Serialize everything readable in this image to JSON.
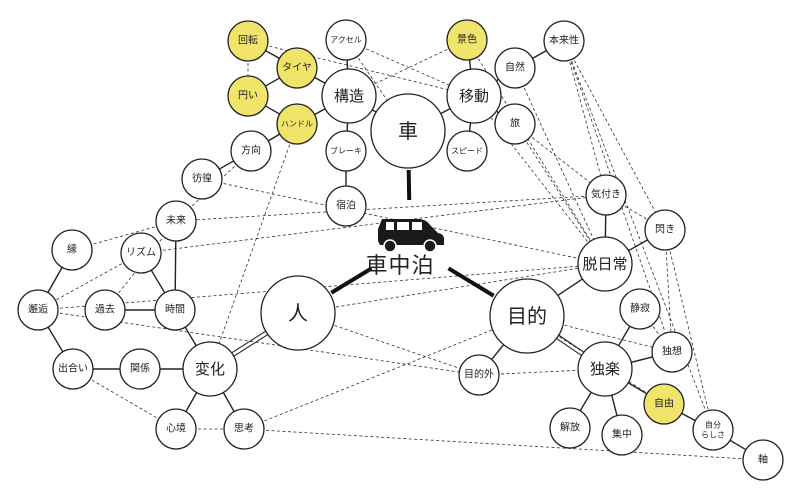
{
  "title": "車中泊",
  "center": {
    "label": "車中泊",
    "icon": "car-icon"
  },
  "colors": {
    "highlight": "#f0e46a",
    "node_fill": "#ffffff",
    "stroke": "#222222"
  },
  "nodes": [
    {
      "id": "kuruma",
      "label": "車",
      "size": "large",
      "highlight": false
    },
    {
      "id": "hito",
      "label": "人",
      "size": "large",
      "highlight": false
    },
    {
      "id": "mokuteki",
      "label": "目的",
      "size": "large",
      "highlight": false
    },
    {
      "id": "kouzou",
      "label": "構造",
      "size": "medium",
      "highlight": false
    },
    {
      "id": "idou",
      "label": "移動",
      "size": "medium",
      "highlight": false
    },
    {
      "id": "kaiten",
      "label": "回転",
      "size": "small",
      "highlight": true
    },
    {
      "id": "taiya",
      "label": "タイヤ",
      "size": "small",
      "highlight": true
    },
    {
      "id": "marui",
      "label": "円い",
      "size": "small",
      "highlight": true
    },
    {
      "id": "handoru",
      "label": "ハンドル",
      "size": "small",
      "highlight": true
    },
    {
      "id": "akuseru",
      "label": "アクセル",
      "size": "small",
      "highlight": false
    },
    {
      "id": "bureki",
      "label": "ブレーキ",
      "size": "small",
      "highlight": false
    },
    {
      "id": "shukuhaku",
      "label": "宿泊",
      "size": "small",
      "highlight": false
    },
    {
      "id": "houkou",
      "label": "方向",
      "size": "small",
      "highlight": false
    },
    {
      "id": "houkou2",
      "label": "彷徨",
      "size": "small",
      "highlight": false
    },
    {
      "id": "keshiki",
      "label": "景色",
      "size": "small",
      "highlight": true
    },
    {
      "id": "shizen",
      "label": "自然",
      "size": "small",
      "highlight": false
    },
    {
      "id": "honraisei",
      "label": "本来性",
      "size": "small",
      "highlight": false
    },
    {
      "id": "tabi",
      "label": "旅",
      "size": "small",
      "highlight": false
    },
    {
      "id": "supido",
      "label": "スピード",
      "size": "small",
      "highlight": false
    },
    {
      "id": "kizuki",
      "label": "気付き",
      "size": "small",
      "highlight": false
    },
    {
      "id": "hirameki",
      "label": "閃き",
      "size": "small",
      "highlight": false
    },
    {
      "id": "datsunichijou",
      "label": "脱日常",
      "size": "medium",
      "highlight": false
    },
    {
      "id": "seijaku",
      "label": "静寂",
      "size": "small",
      "highlight": false
    },
    {
      "id": "dokusou",
      "label": "独想",
      "size": "small",
      "highlight": false
    },
    {
      "id": "dokuraku",
      "label": "独楽",
      "size": "medium",
      "highlight": false
    },
    {
      "id": "jiyuu",
      "label": "自由",
      "size": "small",
      "highlight": true
    },
    {
      "id": "jibunrashisa",
      "label": "自分\nらしさ",
      "size": "small",
      "highlight": false
    },
    {
      "id": "jiku",
      "label": "軸",
      "size": "small",
      "highlight": false
    },
    {
      "id": "kaihou",
      "label": "解放",
      "size": "small",
      "highlight": false
    },
    {
      "id": "shuuchuu",
      "label": "集中",
      "size": "small",
      "highlight": false
    },
    {
      "id": "mokutekigai",
      "label": "目的外",
      "size": "small",
      "highlight": false
    },
    {
      "id": "mirai",
      "label": "未来",
      "size": "small",
      "highlight": false
    },
    {
      "id": "rizumu",
      "label": "リズム",
      "size": "small",
      "highlight": false
    },
    {
      "id": "en",
      "label": "縁",
      "size": "small",
      "highlight": false
    },
    {
      "id": "kaikou",
      "label": "邂逅",
      "size": "small",
      "highlight": false
    },
    {
      "id": "kako",
      "label": "過去",
      "size": "small",
      "highlight": false
    },
    {
      "id": "jikan",
      "label": "時間",
      "size": "small",
      "highlight": false
    },
    {
      "id": "deai",
      "label": "出合い",
      "size": "small",
      "highlight": false
    },
    {
      "id": "kankei",
      "label": "関係",
      "size": "small",
      "highlight": false
    },
    {
      "id": "henka",
      "label": "変化",
      "size": "medium",
      "highlight": false
    },
    {
      "id": "shinkyou",
      "label": "心境",
      "size": "small",
      "highlight": false
    },
    {
      "id": "shikou",
      "label": "思考",
      "size": "small",
      "highlight": false
    }
  ],
  "edges": {
    "thick": [
      [
        "center",
        "kuruma"
      ],
      [
        "center",
        "hito"
      ],
      [
        "center",
        "mokuteki"
      ]
    ],
    "solid": [
      [
        "kuruma",
        "kouzou"
      ],
      [
        "kuruma",
        "idou"
      ],
      [
        "kouzou",
        "taiya"
      ],
      [
        "kouzou",
        "handoru"
      ],
      [
        "kouzou",
        "akuseru"
      ],
      [
        "kouzou",
        "bureki"
      ],
      [
        "taiya",
        "kaiten"
      ],
      [
        "taiya",
        "marui"
      ],
      [
        "handoru",
        "marui"
      ],
      [
        "handoru",
        "houkou"
      ],
      [
        "houkou",
        "houkou2"
      ],
      [
        "bureki",
        "shukuhaku"
      ],
      [
        "idou",
        "keshiki"
      ],
      [
        "idou",
        "shizen"
      ],
      [
        "idou",
        "tabi"
      ],
      [
        "idou",
        "supido"
      ],
      [
        "shizen",
        "honraisei"
      ],
      [
        "mokuteki",
        "datsunichijou"
      ],
      [
        "mokuteki",
        "mokutekigai"
      ],
      [
        "datsunichijou",
        "kizuki"
      ],
      [
        "datsunichijou",
        "hirameki"
      ],
      [
        "dokuraku",
        "seijaku"
      ],
      [
        "dokuraku",
        "dokusou"
      ],
      [
        "dokuraku",
        "jiyuu"
      ],
      [
        "dokuraku",
        "kaihou"
      ],
      [
        "dokuraku",
        "shuuchuu"
      ],
      [
        "jiyuu",
        "jibunrashisa"
      ],
      [
        "jibunrashisa",
        "jiku"
      ],
      [
        "mirai",
        "jikan"
      ],
      [
        "rizumu",
        "jikan"
      ],
      [
        "kako",
        "jikan"
      ],
      [
        "en",
        "kaikou"
      ],
      [
        "kaikou",
        "deai"
      ],
      [
        "deai",
        "kankei"
      ],
      [
        "kankei",
        "henka"
      ],
      [
        "jikan",
        "henka"
      ],
      [
        "henka",
        "shinkyou"
      ],
      [
        "henka",
        "shikou"
      ]
    ],
    "double": [
      [
        "mokuteki",
        "dokuraku"
      ],
      [
        "hito",
        "henka"
      ]
    ],
    "dashed": [
      [
        "kaiten",
        "marui"
      ],
      [
        "kaiten",
        "idou"
      ],
      [
        "akuseru",
        "idou"
      ],
      [
        "akuseru",
        "kuruma"
      ],
      [
        "keshiki",
        "kouzou"
      ],
      [
        "keshiki",
        "datsunichijou"
      ],
      [
        "shizen",
        "datsunichijou"
      ],
      [
        "tabi",
        "datsunichijou"
      ],
      [
        "idou",
        "datsunichijou"
      ],
      [
        "honraisei",
        "kizuki"
      ],
      [
        "honraisei",
        "dokusou"
      ],
      [
        "honraisei",
        "jibunrashisa"
      ],
      [
        "honraisei",
        "hirameki"
      ],
      [
        "tabi",
        "kizuki"
      ],
      [
        "kizuki",
        "hirameki"
      ],
      [
        "kizuki",
        "mirai"
      ],
      [
        "hirameki",
        "jibunrashisa"
      ],
      [
        "hirameki",
        "dokusou"
      ],
      [
        "houkou2",
        "datsunichijou"
      ],
      [
        "handoru",
        "henka"
      ],
      [
        "mirai",
        "en"
      ],
      [
        "mirai",
        "houkou"
      ],
      [
        "rizumu",
        "kaikou"
      ],
      [
        "kaikou",
        "datsunichijou"
      ],
      [
        "kaikou",
        "mokutekigai"
      ],
      [
        "kako",
        "mirai"
      ],
      [
        "deai",
        "shinkyou"
      ],
      [
        "shinkyou",
        "shikou"
      ],
      [
        "shikou",
        "jiku"
      ],
      [
        "shikou",
        "mokuteki"
      ],
      [
        "hito",
        "datsunichijou"
      ],
      [
        "hito",
        "mokutekigai"
      ],
      [
        "mokutekigai",
        "dokuraku"
      ],
      [
        "mokuteki",
        "dokusou"
      ],
      [
        "mokuteki",
        "jiyuu"
      ],
      [
        "seijaku",
        "dokusou"
      ],
      [
        "rizumu",
        "kizuki"
      ],
      [
        "jiyuu",
        "jibunrashisa"
      ]
    ]
  }
}
